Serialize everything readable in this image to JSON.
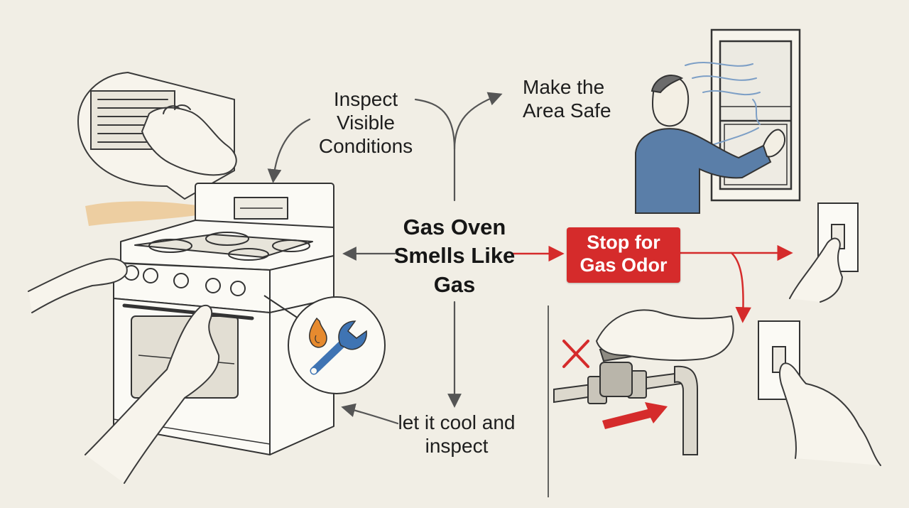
{
  "center": {
    "title": "Gas Oven Smells Like Gas"
  },
  "branches": {
    "inspect": "Inspect Visible Conditions",
    "area_safe": "Make the Area Safe",
    "stop": "Stop for Gas Odor",
    "cool": "let it cool and inspect"
  },
  "colors": {
    "background": "#f1eee5",
    "stop_red": "#d52b2b",
    "ink": "#3a3a3a",
    "shirt_blue": "#5a7ea8",
    "wrench_blue": "#3f74b3",
    "flame_orange": "#e68a2e",
    "heat_glow": "#e9b56a"
  },
  "icons": [
    "vent-grille-icon",
    "gas-stove-icon",
    "flame-wrench-icon",
    "window-icon",
    "light-switch-icon",
    "gas-valve-icon",
    "x-mark-icon"
  ]
}
